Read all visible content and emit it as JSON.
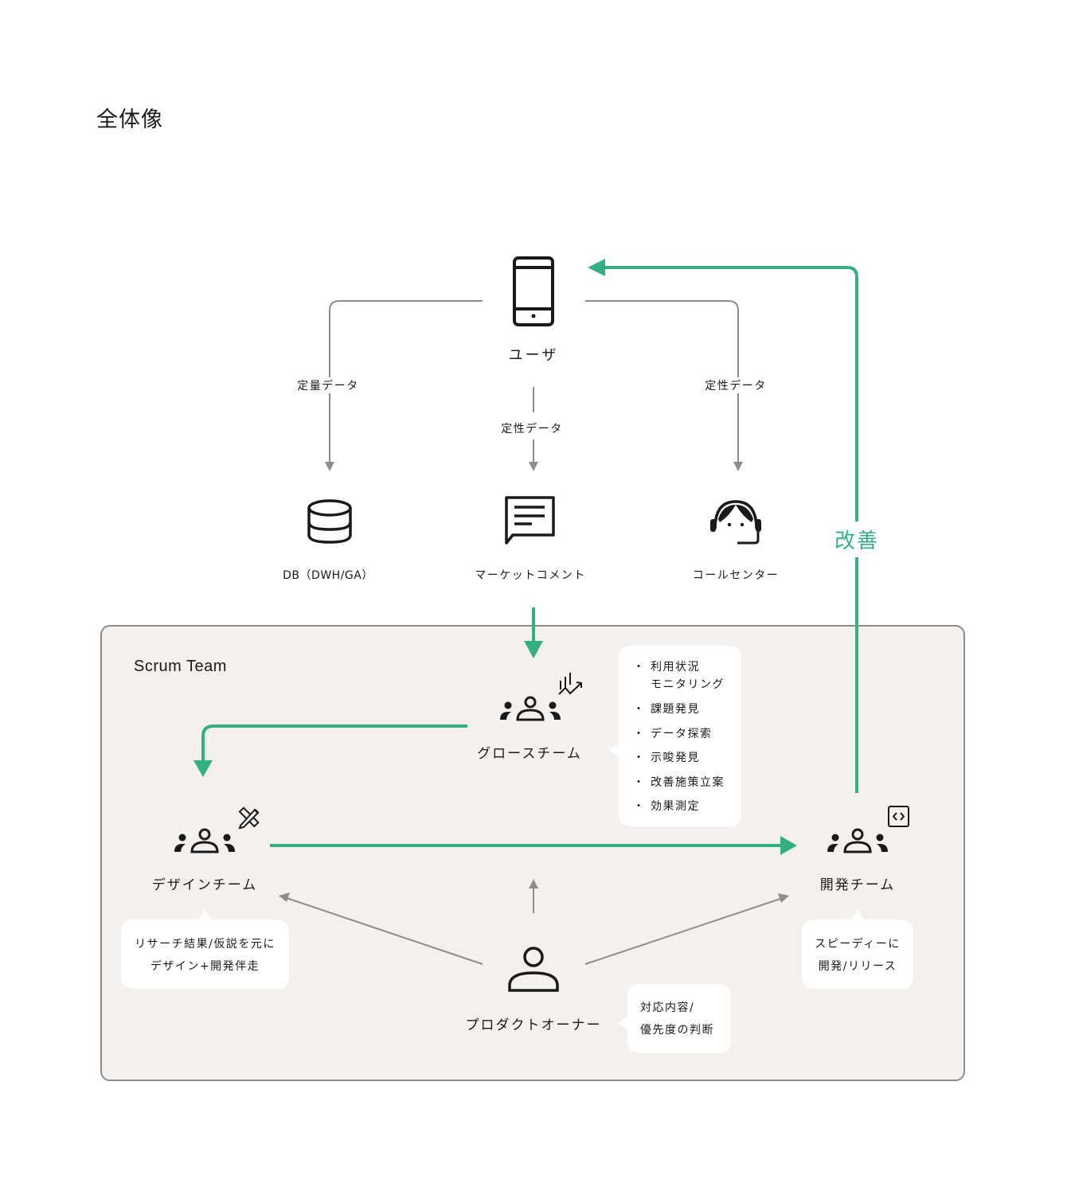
{
  "page": {
    "title": "全体像"
  },
  "colors": {
    "accent_green": "#33b083",
    "connector_gray": "#8d8d8d",
    "icon_black": "#1a1a1a",
    "scrum_bg": "#f3f0ed"
  },
  "top_node": {
    "label": "ユーザ",
    "icon": "smartphone-icon"
  },
  "data_flows": [
    {
      "label": "定量データ",
      "target": "DB（DWH/GA）"
    },
    {
      "label": "定性データ",
      "target": "マーケットコメント"
    },
    {
      "label": "定性データ",
      "target": "コールセンター"
    }
  ],
  "sources": [
    {
      "label": "DB（DWH/GA）",
      "icon": "database-icon"
    },
    {
      "label": "マーケットコメント",
      "icon": "comment-icon"
    },
    {
      "label": "コールセンター",
      "icon": "operator-headset-icon"
    }
  ],
  "feedback": {
    "label": "改善"
  },
  "scrum_team": {
    "title": "Scrum Team",
    "growth_team": {
      "label": "グロースチーム",
      "icon": "team-icon",
      "badge_icon": "chart-trend-icon",
      "tasks": [
        "利用状況\nモニタリング",
        "課題発見",
        "データ探索",
        "示唆発見",
        "改善施策立案",
        "効果測定"
      ]
    },
    "design_team": {
      "label": "デザインチーム",
      "icon": "team-icon",
      "badge_icon": "ruler-pencil-icon",
      "note_line1": "リサーチ結果/仮説を元に",
      "note_line2": "デザイン+開発伴走"
    },
    "dev_team": {
      "label": "開発チーム",
      "icon": "team-icon",
      "badge_icon": "code-icon",
      "note_line1": "スピーディーに",
      "note_line2": "開発/リリース"
    },
    "product_owner": {
      "label": "プロダクトオーナー",
      "icon": "person-icon",
      "note_line1": "対応内容/",
      "note_line2": "優先度の判断"
    }
  }
}
